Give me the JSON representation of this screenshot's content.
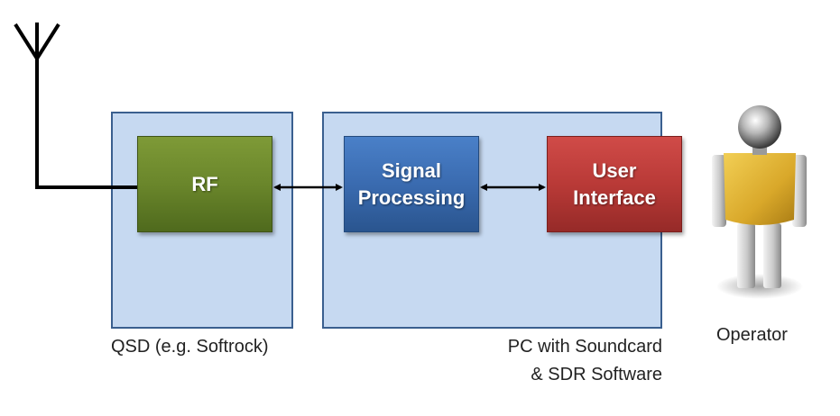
{
  "blocks": {
    "rf": "RF",
    "signal_processing": [
      "Signal",
      "Processing"
    ],
    "user_interface": [
      "User",
      "Interface"
    ]
  },
  "captions": {
    "qsd": "QSD (e.g. Softrock)",
    "pc_line1": "PC with Soundcard",
    "pc_line2": "& SDR Software",
    "operator": "Operator"
  },
  "colors": {
    "container_fill": "#c6d9f1",
    "container_border": "#3a5f8f",
    "rf_block": "#6a862b",
    "signal_processing_block": "#3a6bb0",
    "user_interface_block": "#b93a37",
    "operator_torso": "#e0b030"
  },
  "icons": {
    "antenna": "antenna-icon",
    "operator": "person-figure-icon"
  }
}
